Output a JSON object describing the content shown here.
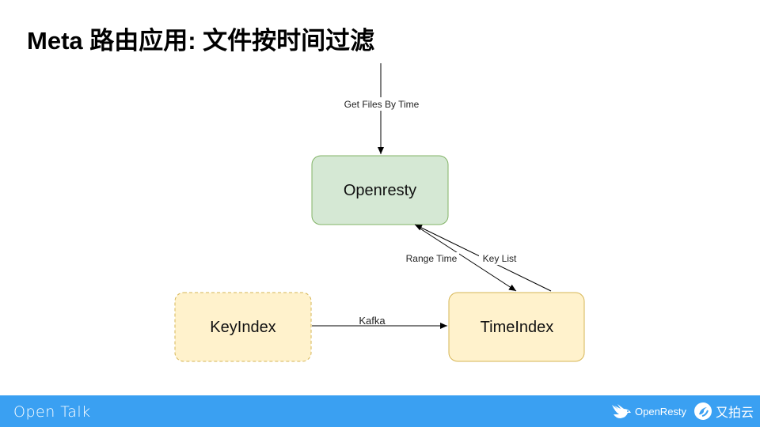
{
  "slide": {
    "title": "Meta 路由应用: 文件按时间过滤"
  },
  "diagram": {
    "nodes": {
      "openresty": "Openresty",
      "keyindex": "KeyIndex",
      "timeindex": "TimeIndex"
    },
    "edges": {
      "get_files": "Get Files By Time",
      "range_time": "Range Time",
      "key_list": "Key List",
      "kafka": "Kafka"
    },
    "colors": {
      "openresty_fill": "#d5e8d4",
      "openresty_stroke": "#82b366",
      "yellow_fill": "#fff2cc",
      "yellow_stroke": "#d6b656"
    }
  },
  "footer": {
    "brand": "Open Talk",
    "logo1_text": "OpenResty",
    "logo2_text": "又拍云",
    "background": "#3aa0f2"
  }
}
